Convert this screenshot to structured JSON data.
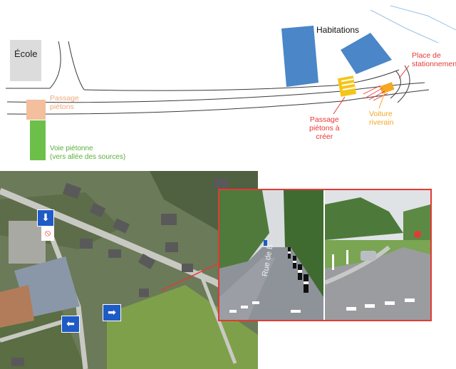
{
  "plan": {
    "labels": {
      "school": "École",
      "housing": "Habitations",
      "existing_crossing": "Passage\npiétons",
      "pedestrian_path": "Voie piétonne\n(vers allée des sources)",
      "new_crossing": "Passage\npiétons à\ncréer",
      "parking": "Place de\nstationnemen",
      "resident_car": "Voiture\nriverain"
    },
    "colors": {
      "school": "#dcdcdc",
      "housing": "#4a86c8",
      "existing_crossing": "#f3bf9c",
      "pedestrian_path": "#6cc04a",
      "new_crossing": "#f5c518",
      "parking_label": "#e53935",
      "car": "#f5a623",
      "road_lines": "#3a3a3a",
      "water_line": "#9cc3e4"
    }
  },
  "photos": {
    "street_sign": "Rue de B"
  },
  "road_signs": [
    {
      "name": "one-way-down-sign",
      "glyph": "⬇",
      "color": "#1e5bc6"
    },
    {
      "name": "no-entry-sign",
      "glyph": "⦸",
      "color": "#e53935"
    },
    {
      "name": "arrow-right-sign",
      "glyph": "➡",
      "color": "#1e5bc6"
    },
    {
      "name": "arrow-left-sign",
      "glyph": "⬅",
      "color": "#1e5bc6"
    }
  ]
}
